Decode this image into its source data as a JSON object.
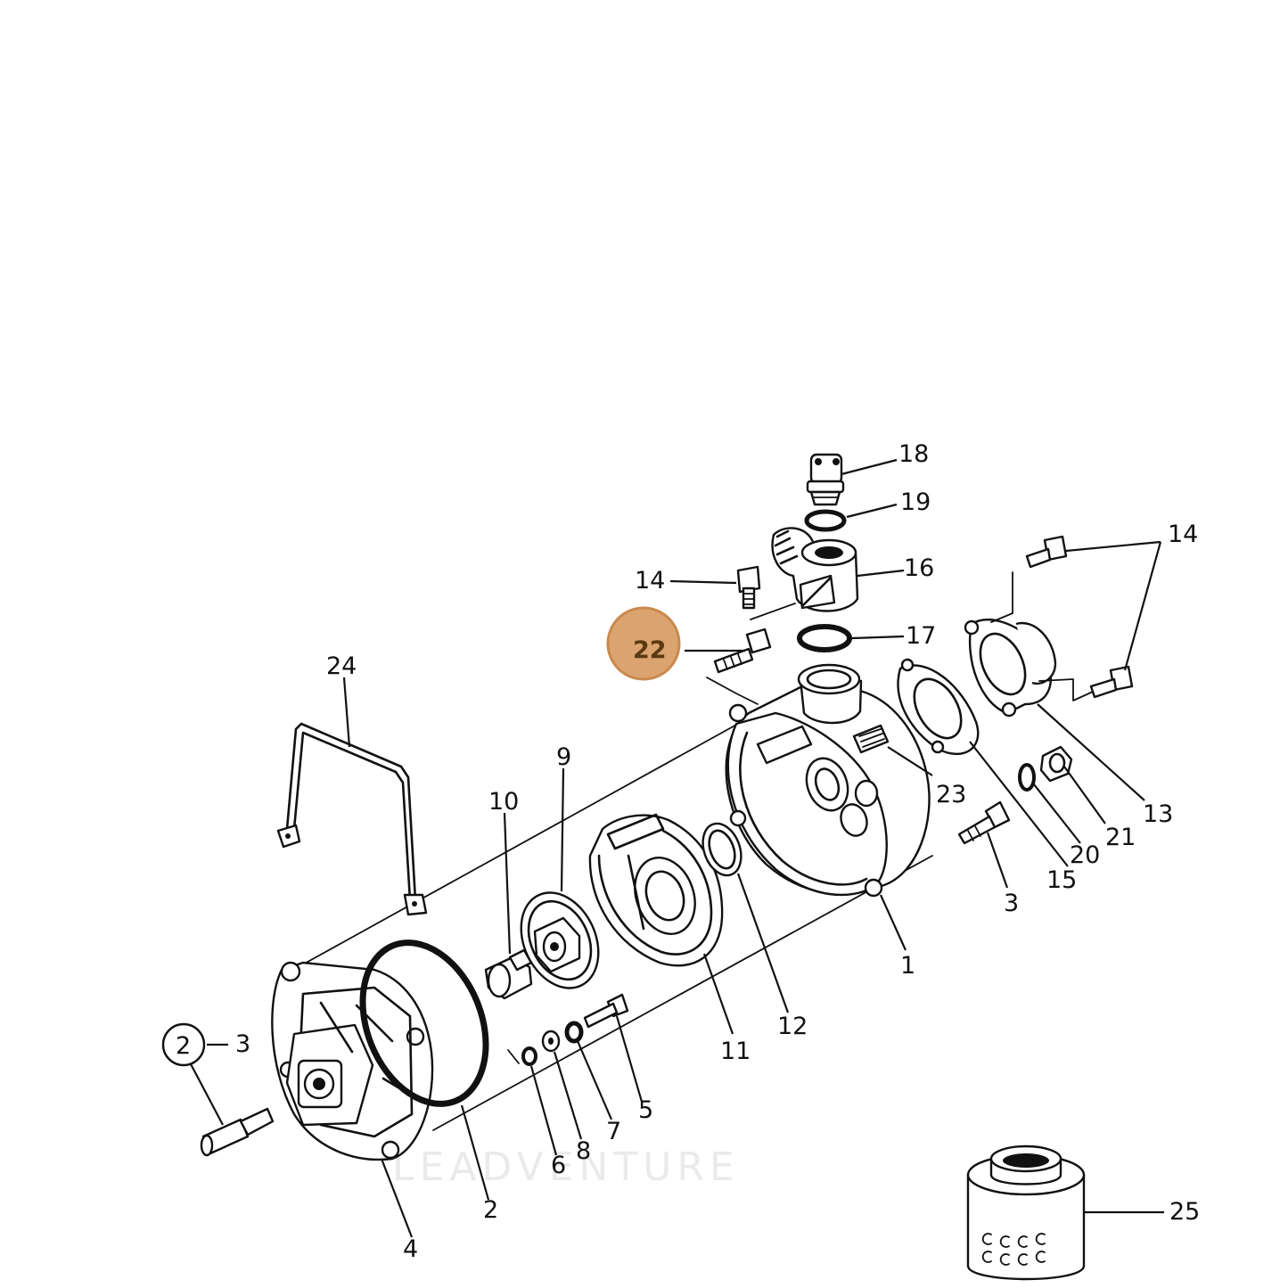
{
  "highlight_color": "#dba36f",
  "highlight_label": "22",
  "watermark_text": "LEADVENTURE",
  "callouts": {
    "c1": "1",
    "c2a": "2",
    "c2b": "2",
    "c3a": "3",
    "c3b": "3",
    "c4": "4",
    "c5": "5",
    "c6": "6",
    "c7": "7",
    "c8": "8",
    "c9": "9",
    "c10": "10",
    "c11": "11",
    "c12": "12",
    "c13": "13",
    "c14a": "14",
    "c14b": "14",
    "c15": "15",
    "c16": "16",
    "c17": "17",
    "c18": "18",
    "c19": "19",
    "c20": "20",
    "c21": "21",
    "c23": "23",
    "c24": "24",
    "c25": "25"
  }
}
